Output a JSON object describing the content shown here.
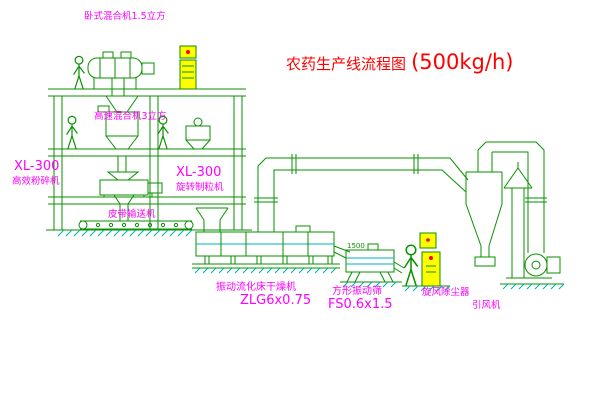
{
  "title": {
    "text": "农药生产线流程图",
    "capacity": "(500kg/h)"
  },
  "labels": {
    "horizontal_mixer": "卧式混合机1.5立方",
    "high_speed_mixer": "高速混合机3立方",
    "mill_model": "XL-300",
    "mill_name": "高效粉碎机",
    "granulator_model": "XL-300",
    "granulator_name": "旋转制粒机",
    "belt_conveyor": "皮带输送机",
    "dryer_name": "振动流化床干燥机",
    "dryer_model": "ZLG6x0.75",
    "sieve_name": "方形振动筛",
    "sieve_model": "FS0.6x1.5",
    "cyclone": "旋风除尘器",
    "fan": "引风机",
    "sieve_dimension": "1500"
  },
  "colors": {
    "line_green": "#089100",
    "accent_cyan": "#00b3b3",
    "label_magenta": "#ff00ff",
    "title_red": "#ff0000",
    "cabinet_yellow": "#ffff00",
    "indicator_red": "#ff0000",
    "background": "#ffffff"
  }
}
